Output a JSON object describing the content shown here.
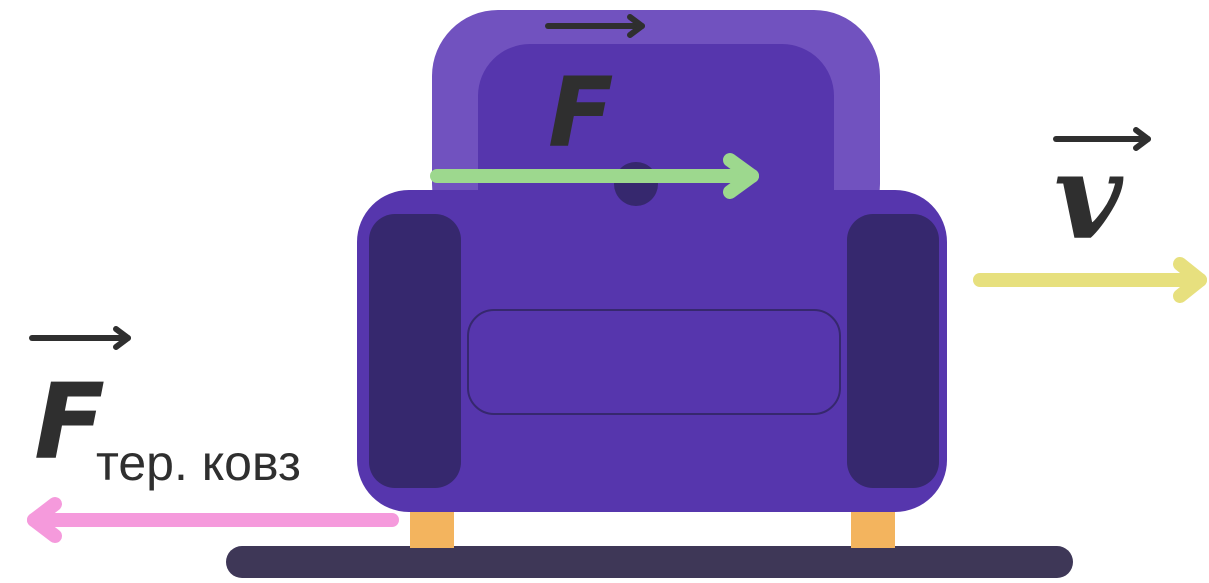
{
  "labels": {
    "applied_force": "F",
    "friction_force": "F",
    "friction_subscript": "тер. ковз",
    "velocity": "v"
  },
  "colors": {
    "floor": "#3e3757",
    "chair_back_outer": "#7152bf",
    "chair_body": "#5636ad",
    "chair_armrest": "#36286e",
    "chair_legs": "#f3b45e",
    "applied_force_arrow": "#9dd88e",
    "velocity_arrow": "#e7e07e",
    "friction_arrow": "#f59adc",
    "symbol_text": "#2f2f2f"
  }
}
